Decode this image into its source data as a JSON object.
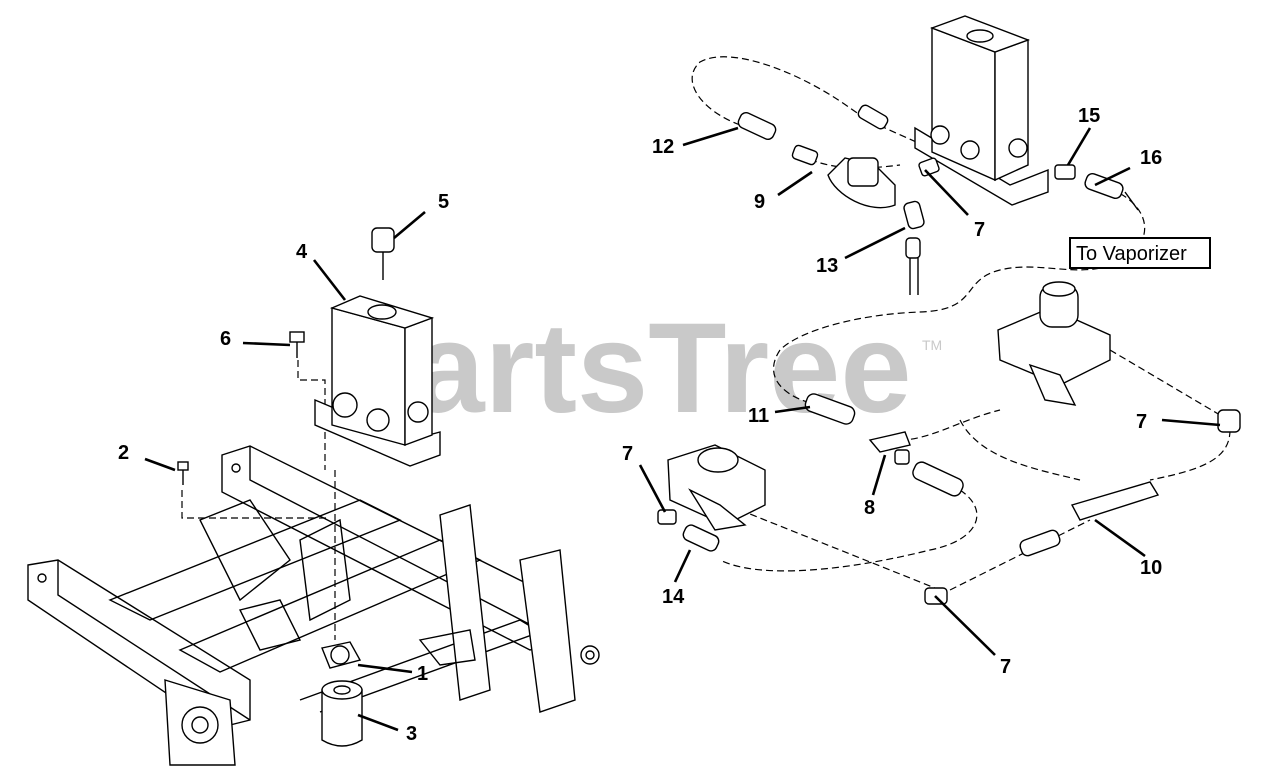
{
  "watermark": {
    "text": "PartsTree",
    "tm": "TM"
  },
  "labels": {
    "to_vaporizer": "To Vaporizer"
  },
  "callouts": {
    "c1": "1",
    "c2": "2",
    "c3": "3",
    "c4": "4",
    "c5": "5",
    "c6": "6",
    "c7a": "7",
    "c7b": "7",
    "c7c": "7",
    "c7d": "7",
    "c8": "8",
    "c9": "9",
    "c10": "10",
    "c11": "11",
    "c12": "12",
    "c13": "13",
    "c14": "14",
    "c15": "15",
    "c16": "16"
  }
}
